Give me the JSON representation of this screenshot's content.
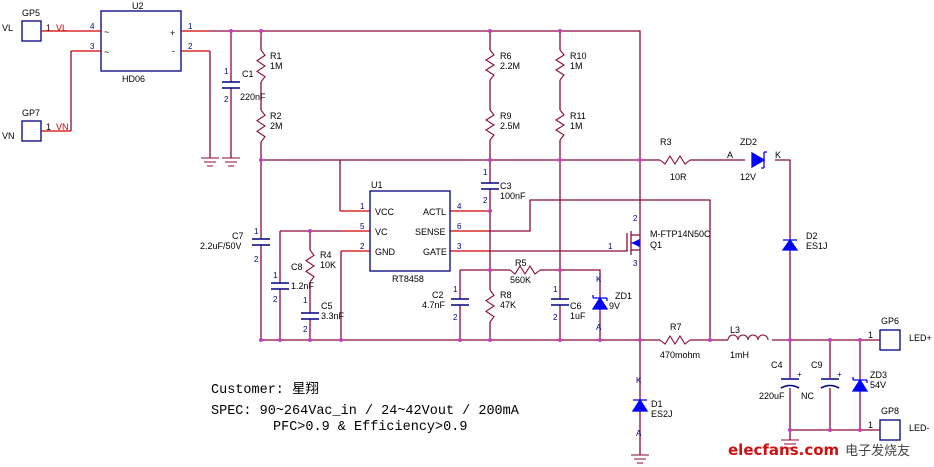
{
  "connectors": {
    "gp5": {
      "ref": "GP5",
      "net": "VL",
      "pin": "1",
      "side_label": "VL"
    },
    "gp7": {
      "ref": "GP7",
      "net": "VN",
      "pin": "1",
      "side_label": "VN"
    },
    "gp6": {
      "ref": "GP6",
      "pin": "1",
      "side_label": "LED+"
    },
    "gp8": {
      "ref": "GP8",
      "pin": "1",
      "side_label": "LED-"
    }
  },
  "u2": {
    "ref": "U2",
    "part": "HD06",
    "pins": [
      "4",
      "3",
      "1",
      "2"
    ],
    "symbols": [
      "~",
      "~",
      "+",
      "-"
    ]
  },
  "u1": {
    "ref": "U1",
    "part": "RT8458",
    "left_pins": [
      {
        "num": "1",
        "name": "VCC"
      },
      {
        "num": "5",
        "name": "VC"
      },
      {
        "num": "2",
        "name": "GND"
      }
    ],
    "right_pins": [
      {
        "num": "4",
        "name": "ACTL"
      },
      {
        "num": "6",
        "name": "SENSE"
      },
      {
        "num": "3",
        "name": "GATE"
      }
    ]
  },
  "resistors": {
    "r1": {
      "ref": "R1",
      "value": "1M"
    },
    "r2": {
      "ref": "R2",
      "value": "2M"
    },
    "r6": {
      "ref": "R6",
      "value": "2.2M"
    },
    "r9": {
      "ref": "R9",
      "value": "2.5M"
    },
    "r10": {
      "ref": "R10",
      "value": "1M"
    },
    "r11": {
      "ref": "R11",
      "value": "1M"
    },
    "r3": {
      "ref": "R3",
      "value": "10R"
    },
    "r4": {
      "ref": "R4",
      "value": "10K"
    },
    "r5": {
      "ref": "R5",
      "value": "560K"
    },
    "r8": {
      "ref": "R8",
      "value": "47K"
    },
    "r7": {
      "ref": "R7",
      "value": "470mohm"
    }
  },
  "capacitors": {
    "c1": {
      "ref": "C1",
      "value": "220nF"
    },
    "c7": {
      "ref": "C7",
      "value": "2.2uF/50V"
    },
    "c8": {
      "ref": "C8",
      "value": "1.2nF"
    },
    "c5": {
      "ref": "C5",
      "value": "3.3nF"
    },
    "c2": {
      "ref": "C2",
      "value": "4.7nF"
    },
    "c3": {
      "ref": "C3",
      "value": "100nF"
    },
    "c6": {
      "ref": "C6",
      "value": "1uF"
    },
    "c4": {
      "ref": "C4",
      "value": "220uF"
    },
    "c9": {
      "ref": "C9",
      "value": "NC"
    }
  },
  "inductors": {
    "l3": {
      "ref": "L3",
      "value": "1mH"
    }
  },
  "diodes": {
    "zd2": {
      "ref": "ZD2",
      "value": "12V",
      "a": "A",
      "k": "K"
    },
    "d2": {
      "ref": "D2",
      "value": "ES1J"
    },
    "zd1": {
      "ref": "ZD1",
      "value": "9V"
    },
    "d1": {
      "ref": "D1",
      "value": "ES2J"
    },
    "zd3": {
      "ref": "ZD3",
      "value": "54V"
    }
  },
  "mosfet": {
    "ref": "Q1",
    "part": "M-FTP14N50C",
    "gate_pin": "1",
    "drain_pin": "2",
    "source_pin": "3"
  },
  "pin_marks": {
    "one": "1",
    "two": "2",
    "k": "K",
    "a": "A"
  },
  "notes": {
    "customer": "Customer: 星翔",
    "spec": "SPEC: 90~264Vac_in / 24~42Vout / 200mA",
    "spec2": "PFC>0.9 & Efficiency>0.9"
  },
  "watermark": {
    "logo": "elecfans",
    "domain": "com",
    "chinese": "电子发烧友"
  },
  "colors": {
    "wire": "#8b0a3c",
    "pin": "#d00000",
    "part_outline": "#000080",
    "diode": "#0000ff",
    "node": "#c040c0"
  }
}
